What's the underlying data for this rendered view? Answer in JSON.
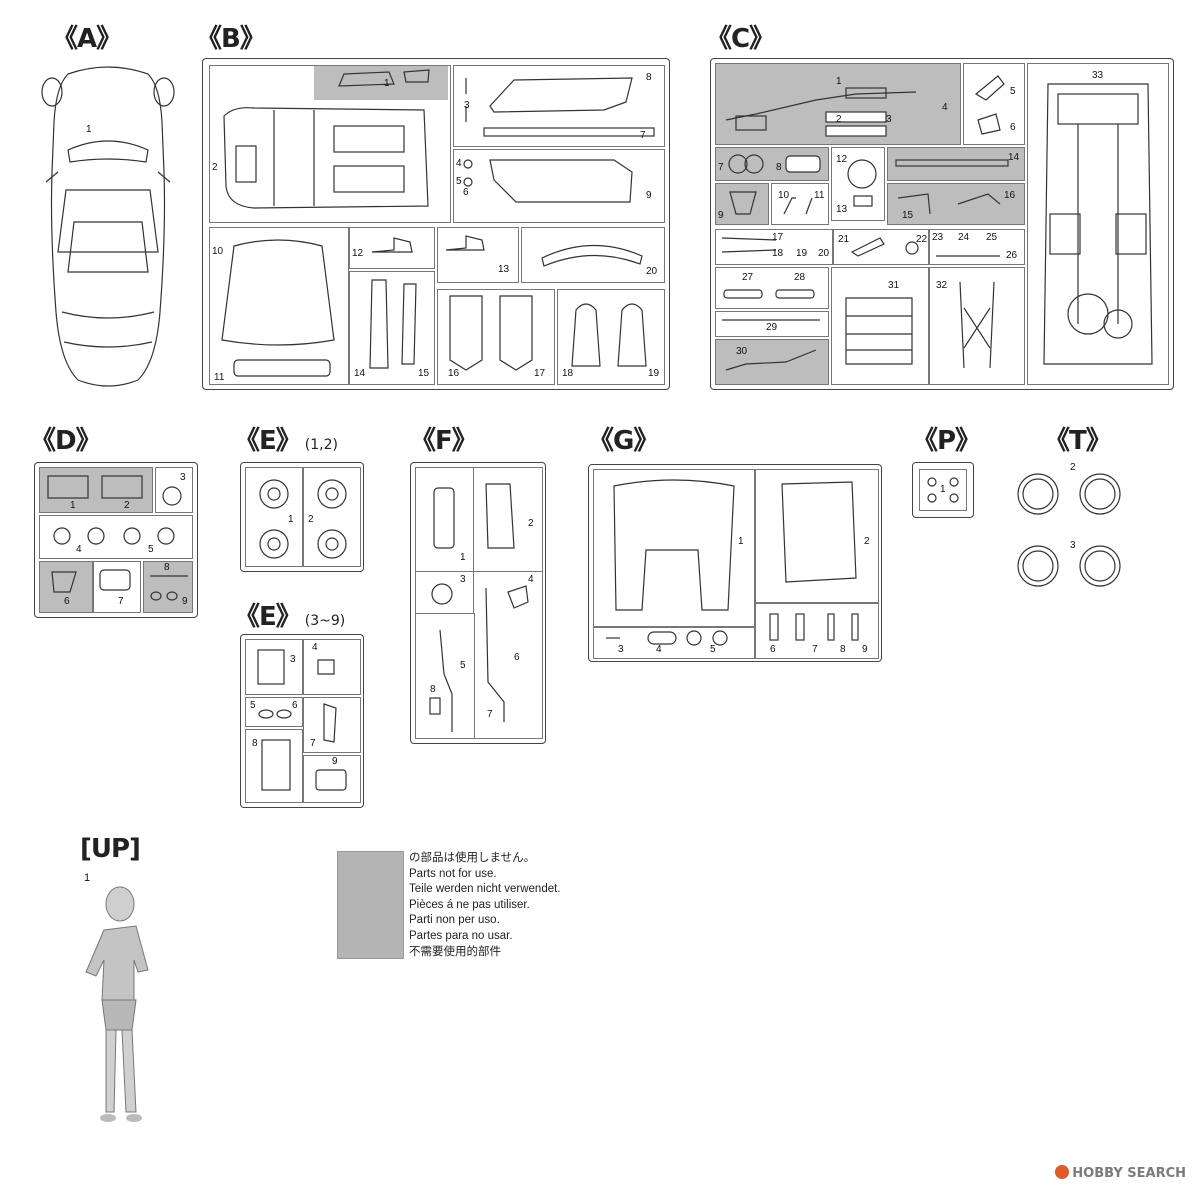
{
  "sprues": {
    "A": {
      "label": "《A》",
      "parts": [
        "1"
      ]
    },
    "B": {
      "label": "《B》",
      "parts": [
        "1",
        "2",
        "3",
        "4",
        "5",
        "6",
        "7",
        "8",
        "9",
        "10",
        "11",
        "12",
        "13",
        "14",
        "15",
        "16",
        "17",
        "18",
        "19",
        "20"
      ]
    },
    "C": {
      "label": "《C》",
      "parts": [
        "1",
        "2",
        "3",
        "4",
        "5",
        "6",
        "7",
        "8",
        "9",
        "10",
        "11",
        "12",
        "13",
        "14",
        "15",
        "16",
        "17",
        "18",
        "19",
        "20",
        "21",
        "22",
        "23",
        "24",
        "25",
        "26",
        "27",
        "28",
        "29",
        "30",
        "31",
        "32",
        "33"
      ]
    },
    "D": {
      "label": "《D》",
      "parts": [
        "1",
        "2",
        "3",
        "4",
        "5",
        "6",
        "7",
        "8",
        "9"
      ]
    },
    "E1": {
      "label": "《E》",
      "sub": "(1,2)",
      "parts": [
        "1",
        "2"
      ]
    },
    "E2": {
      "label": "《E》",
      "sub": "(3~9)",
      "parts": [
        "3",
        "4",
        "5",
        "6",
        "7",
        "8",
        "9"
      ]
    },
    "F": {
      "label": "《F》",
      "parts": [
        "1",
        "2",
        "3",
        "4",
        "5",
        "6",
        "7",
        "8"
      ]
    },
    "G": {
      "label": "《G》",
      "parts": [
        "1",
        "2",
        "3",
        "4",
        "5",
        "6",
        "7",
        "8",
        "9"
      ]
    },
    "P": {
      "label": "《P》",
      "parts": [
        "1"
      ]
    },
    "T": {
      "label": "《T》",
      "parts": [
        "2",
        "3"
      ]
    },
    "UP": {
      "label": "[UP]",
      "parts": [
        "1"
      ]
    }
  },
  "legend": {
    "lines": [
      "の部品は使用しません。",
      "Parts not for use.",
      "Teile werden nicht verwendet.",
      "Pièces á ne pas utiliser.",
      "Parti non per uso.",
      "Partes para no usar.",
      "不需要使用的部件"
    ],
    "swatch_color": "#b4b4b4"
  },
  "watermark": "HOBBY SEARCH"
}
